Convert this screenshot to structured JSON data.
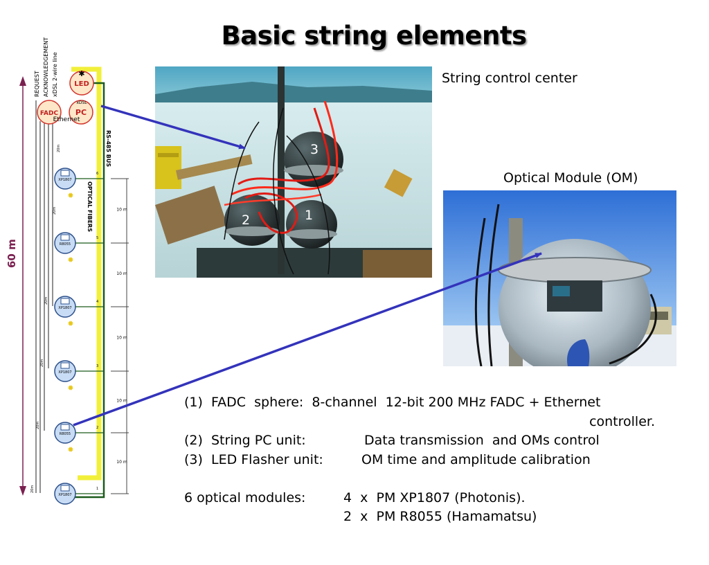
{
  "title": "Basic string elements",
  "captions": {
    "string_control_center": "String control center",
    "optical_module": "Optical Module (OM)"
  },
  "photo_labels": [
    "3",
    "2",
    "1"
  ],
  "diagram": {
    "height_label": "60 m",
    "top_labels": [
      "REQUEST",
      "ACKNOWLEDGEMENT",
      "xDSL 2-wire line"
    ],
    "led": "LED",
    "fadc": "FADC",
    "pc": "PC",
    "xdsl": "xDSL",
    "ethernet": "Ethernet",
    "rs485": "RS-485 BUS",
    "optical_fibers": "OPTICAL FIBERS",
    "spacing_label": "10 m",
    "cable_label": "20m",
    "modules": [
      {
        "type": "XP1807",
        "number": "6"
      },
      {
        "type": "R8055",
        "number": "5"
      },
      {
        "type": "XP1807",
        "number": "4"
      },
      {
        "type": "XP1807",
        "number": "3"
      },
      {
        "type": "R8055",
        "number": "2"
      },
      {
        "type": "XP1807",
        "number": "1"
      }
    ]
  },
  "description": {
    "line1": "(1)  FADC  sphere:  8-channel  12-bit 200 MHz FADC + Ethernet",
    "line1b": "controller.",
    "line2_label": "(2)  String PC unit:",
    "line2_value": "Data transmission  and OMs control",
    "line3_label": "(3)  LED Flasher unit:",
    "line3_value": "OM time and amplitude calibration",
    "line4_label": "6 optical modules:",
    "line4_value": "4  x  PM XP1807 (Photonis).",
    "line5_value": "2  x  PM R8055 (Hamamatsu)"
  },
  "colors": {
    "arrow": "#3333bb",
    "height_arrow": "#7a2050",
    "fiber": "#f2ef3a",
    "bus": "#1a5a1a",
    "node_fill": "#fde7c8",
    "node_stroke": "#d2332c",
    "module_fill": "#c8dcf5"
  }
}
